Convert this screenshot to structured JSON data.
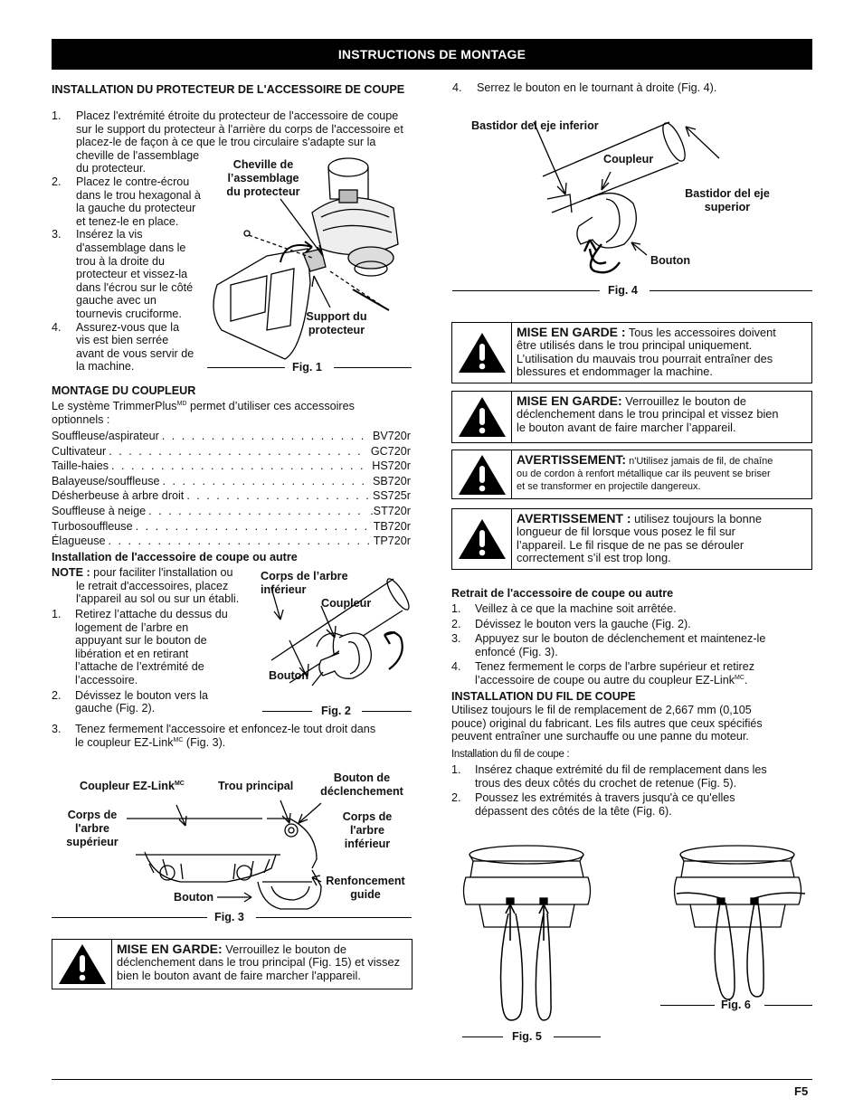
{
  "header": {
    "title": "INSTRUCTIONS DE MONTAGE"
  },
  "protector": {
    "heading": "INSTALLATION DU PROTECTEUR DE L'ACCESSOIRE DE COUPE",
    "steps": [
      {
        "n": "1.",
        "lines": [
          "Placez l'extrémité étroite du protecteur de l'accessoire de coupe",
          "sur le support du protecteur à l'arrière du corps de l'accessoire et",
          "placez-le de façon à ce que le trou circulaire s'adapte sur la",
          "cheville de l'assemblage",
          "du protecteur."
        ]
      },
      {
        "n": "2.",
        "lines": [
          "Placez le contre-écrou",
          "dans le trou hexagonal à",
          "la gauche du protecteur",
          "et tenez-le en place."
        ]
      },
      {
        "n": "3.",
        "lines": [
          "Insérez la vis",
          "d'assemblage dans le",
          "trou  à la droite du",
          "protecteur et vissez-la",
          "dans l'écrou sur le côté",
          "gauche avec un",
          "tournevis cruciforme."
        ]
      },
      {
        "n": "4.",
        "lines": [
          "Assurez-vous que la",
          "vis est bien serrée",
          "avant de vous servir de",
          "la machine."
        ]
      }
    ],
    "fig1": {
      "label_peg": "Cheville de l'assemblage du protecteur",
      "label_peg_lines": [
        "Cheville de",
        "l’assemblage",
        "du protecteur"
      ],
      "label_support_lines": [
        "Support du",
        "protecteur"
      ],
      "caption": "Fig. 1"
    }
  },
  "coupler": {
    "heading": "MONTAGE DU COUPLEUR",
    "intro_a": "Le système TrimmerPlus",
    "intro_sup": "MD",
    "intro_b": " permet d’utiliser ces accessoires",
    "intro_c": "optionnels :",
    "accessories": [
      {
        "name": "Souffleuse/aspirateur",
        "code": "BV720r"
      },
      {
        "name": "Cultivateur",
        "code": "GC720r"
      },
      {
        "name": "Taille-haies",
        "code": "HS720r"
      },
      {
        "name": "Balayeuse/souffleuse",
        "code": "SB720r"
      },
      {
        "name": "Désherbeuse à arbre droit",
        "code": "SS725r"
      },
      {
        "name": "Souffleuse à neige",
        "code": ".ST720r"
      },
      {
        "name": "Turbosouffleuse",
        "code": "TB720r"
      },
      {
        "name": "Élagueuse",
        "code": "TP720r"
      }
    ]
  },
  "install": {
    "heading": "Installation de l'accessoire de coupe ou autre",
    "note_label": "NOTE :",
    "note_lines": [
      " pour faciliter l'installation ou",
      "le retrait d'accessoires, placez",
      "l'appareil au sol ou sur un établi."
    ],
    "steps": [
      {
        "n": "1.",
        "lines": [
          "Retirez l’attache du dessus du",
          "logement de l’arbre en",
          "appuyant sur le bouton de",
          "libération et en retirant",
          "l’attache de l’extrémité de",
          "l’accessoire."
        ]
      },
      {
        "n": "2.",
        "lines": [
          "Dévissez le bouton vers la",
          "gauche (Fig. 2)."
        ]
      }
    ],
    "step3_n": "3.",
    "step3_line1": "Tenez fermement l'accessoire et enfoncez-le tout droit dans",
    "step3_line2a": "le coupleur EZ-Link",
    "step3_sup": "MC",
    "step3_line2b": " (Fig. 3).",
    "fig2": {
      "label_lower_lines": [
        "Corps de l’arbre",
        "inférieur"
      ],
      "label_coupler": "Coupleur",
      "label_knob": "Bouton",
      "caption": "Fig. 2"
    },
    "fig3": {
      "label_ezlink": "Coupleur EZ-Link",
      "label_ezlink_sup": "MC",
      "label_hole": "Trou principal",
      "label_trigger_lines": [
        "Bouton de",
        "déclenchement"
      ],
      "label_upper_lines": [
        "Corps de",
        "l'arbre",
        "supérieur"
      ],
      "label_lower_lines": [
        "Corps de",
        "l'arbre",
        "inférieur"
      ],
      "label_guide_lines": [
        "Renfoncement",
        "guide"
      ],
      "label_knob": "Bouton",
      "caption": "Fig. 3"
    }
  },
  "warning_left": {
    "title": "MISE EN GARDE:",
    "lines": [
      " Verrouillez le bouton de",
      "déclenchement dans le trou principal (Fig. 15) et vissez",
      "bien le bouton avant de faire marcher l'appareil."
    ]
  },
  "right": {
    "step4_n": "4.",
    "step4": "Serrez le bouton en le tournant à droite (Fig. 4).",
    "fig4": {
      "label_lower": "Bastidor del eje inferior",
      "label_coupler": "Coupleur",
      "label_upper_lines": [
        "Bastidor del eje",
        "superior"
      ],
      "label_knob": "Bouton",
      "caption": "Fig. 4"
    },
    "warnings": [
      {
        "title": "MISE EN GARDE :",
        "lines": [
          " Tous les accessoires doivent",
          "être utilisés dans le trou principal uniquement.",
          "L’utilisation du mauvais trou pourrait entraîner des",
          "blessures et endommager la machine."
        ]
      },
      {
        "title": "MISE EN GARDE:",
        "lines": [
          " Verrouillez le bouton de",
          "déclenchement dans le trou principal et vissez bien",
          "le bouton avant de faire marcher l’appareil."
        ]
      },
      {
        "title": "AVERTISSEMENT:",
        "lines": [
          " n'Utilisez jamais de fil, de chaîne",
          "ou de cordon à renfort métallique car ils peuvent se briser",
          "et se transformer en projectile dangereux."
        ]
      },
      {
        "title": "AVERTISSEMENT :",
        "lines": [
          " utilisez toujours la bonne",
          "longueur de fil lorsque vous posez le fil sur",
          "l’appareil.  Le fil risque de ne pas se dérouler",
          "correctement s’il est trop long."
        ]
      }
    ],
    "removal": {
      "heading": "Retrait de l'accessoire de coupe ou autre",
      "steps": [
        {
          "n": "1.",
          "lines": [
            "Veillez à ce que la machine soit arrêtée."
          ]
        },
        {
          "n": "2.",
          "lines": [
            "Dévissez le bouton vers la gauche (Fig. 2)."
          ]
        },
        {
          "n": "3.",
          "lines": [
            "Appuyez sur le bouton de déclenchement et maintenez-le",
            "enfoncé (Fig. 3)."
          ]
        }
      ],
      "step4_n": "4.",
      "step4_line1": "Tenez fermement le corps de l'arbre supérieur et retirez",
      "step4_line2a": "l’accessoire de coupe ou autre du coupleur EZ-Link",
      "step4_sup": "MC",
      "step4_line2b": "."
    },
    "line": {
      "heading": "INSTALLATION DU FIL DE COUPE",
      "intro_lines": [
        "Utilisez toujours le fil de remplacement de 2,667 mm (0,105",
        "pouce) original du fabricant. Les fils autres que ceux spécifiés",
        "peuvent entraîner une surchauffe ou une panne du moteur."
      ],
      "subheading": "Installation du fil de coupe :",
      "steps": [
        {
          "n": "1.",
          "lines": [
            "Insérez chaque extrémité du fil de remplacement dans les",
            "trous des deux côtés du crochet de retenue (Fig. 5)."
          ]
        },
        {
          "n": "2.",
          "lines": [
            "Poussez les extrémités à travers jusqu'à ce qu'elles",
            "dépassent des côtés de la tête (Fig. 6)."
          ]
        }
      ],
      "fig5_caption": "Fig. 5",
      "fig6_caption": "Fig. 6"
    }
  },
  "footer": {
    "page": "F5"
  }
}
